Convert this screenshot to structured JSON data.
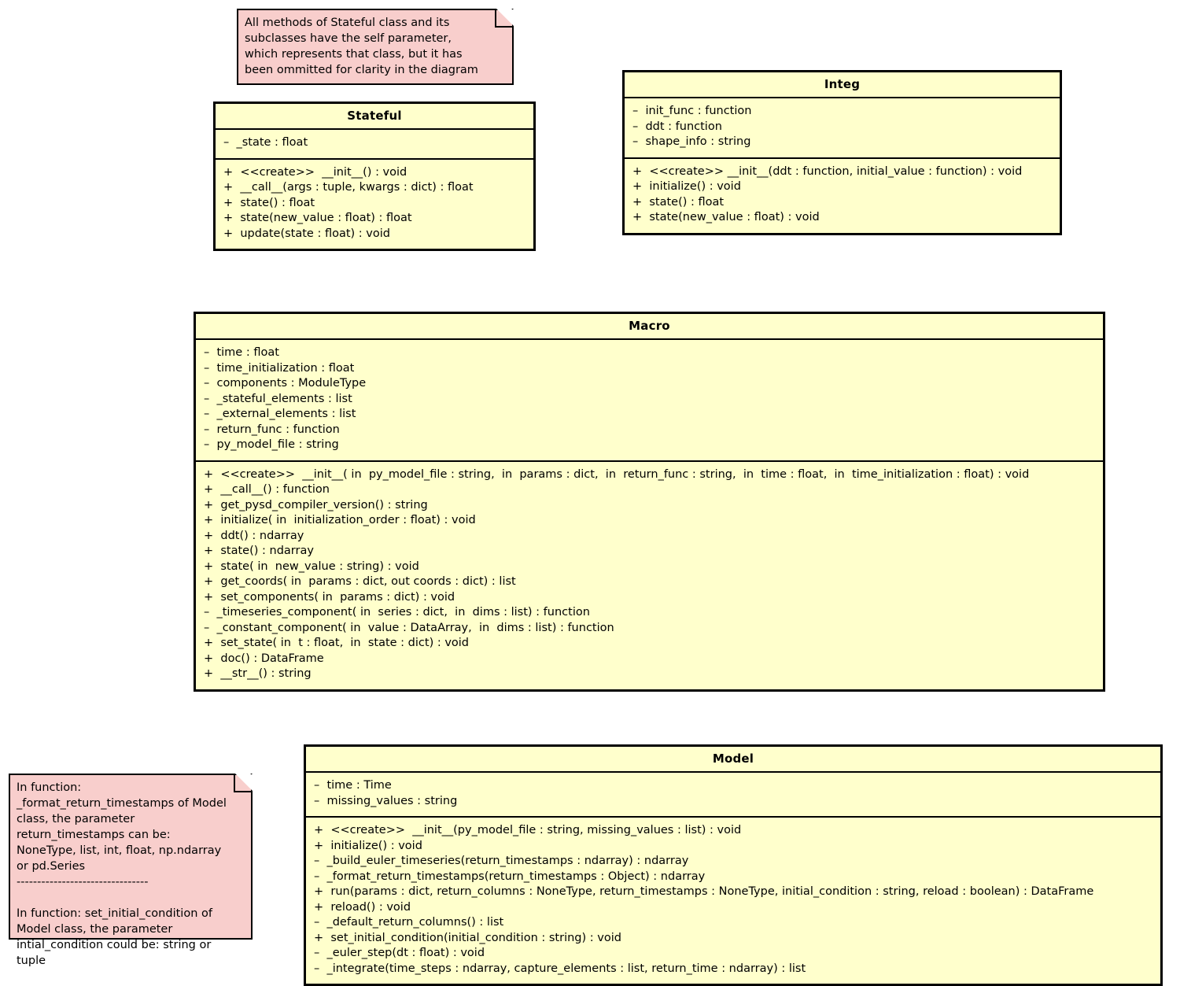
{
  "diagram": {
    "type": "uml-class-diagram",
    "background_color": "#ffffff",
    "class_fill_color": "#ffffcc",
    "note_fill_color": "#f8cecc",
    "border_color": "#000000"
  },
  "notes": [
    {
      "id": "note-stateful",
      "lines": [
        "All methods of Stateful class and its",
        "subclasses have the self parameter,",
        "which represents that class, but it has",
        "been ommitted for clarity in the diagram"
      ]
    },
    {
      "id": "note-model",
      "lines": [
        "In function:",
        "_format_return_timestamps of Model",
        "class, the parameter",
        "return_timestamps can be:",
        "NoneType, list, int, float, np.ndarray",
        "or pd.Series",
        "--------------------------------",
        "",
        "In function: set_initial_condition of",
        "Model class, the parameter",
        "intial_condition could be: string or",
        "tuple"
      ]
    }
  ],
  "classes": [
    {
      "id": "class-stateful",
      "name": "Stateful",
      "attributes": [
        "–  _state : float"
      ],
      "methods": [
        "+  <<create>>  __init__() : void",
        "+  __call__(args : tuple, kwargs : dict) : float",
        "+  state() : float",
        "+  state(new_value : float) : float",
        "+  update(state : float) : void"
      ]
    },
    {
      "id": "class-integ",
      "name": "Integ",
      "attributes": [
        "–  init_func : function",
        "–  ddt : function",
        "–  shape_info : string"
      ],
      "methods": [
        "+  <<create>> __init__(ddt : function, initial_value : function) : void",
        "+  initialize() : void",
        "+  state() : float",
        "+  state(new_value : float) : void"
      ]
    },
    {
      "id": "class-macro",
      "name": "Macro",
      "attributes": [
        "–  time : float",
        "–  time_initialization : float",
        "–  components : ModuleType",
        "–  _stateful_elements : list",
        "–  _external_elements : list",
        "–  return_func : function",
        "–  py_model_file : string"
      ],
      "methods": [
        "+  <<create>>  __init__( in  py_model_file : string,  in  params : dict,  in  return_func : string,  in  time : float,  in  time_initialization : float) : void",
        "+  __call__() : function",
        "+  get_pysd_compiler_version() : string",
        "+  initialize( in  initialization_order : float) : void",
        "+  ddt() : ndarray",
        "+  state() : ndarray",
        "+  state( in  new_value : string) : void",
        "+  get_coords( in  params : dict, out coords : dict) : list",
        "+  set_components( in  params : dict) : void",
        "–  _timeseries_component( in  series : dict,  in  dims : list) : function",
        "–  _constant_component( in  value : DataArray,  in  dims : list) : function",
        "+  set_state( in  t : float,  in  state : dict) : void",
        "+  doc() : DataFrame",
        "+  __str__() : string"
      ]
    },
    {
      "id": "class-model",
      "name": "Model",
      "attributes": [
        "–  time : Time",
        "–  missing_values : string"
      ],
      "methods": [
        "+  <<create>>  __init__(py_model_file : string, missing_values : list) : void",
        "+  initialize() : void",
        "–  _build_euler_timeseries(return_timestamps : ndarray) : ndarray",
        "–  _format_return_timestamps(return_timestamps : Object) : ndarray",
        "+  run(params : dict, return_columns : NoneType, return_timestamps : NoneType, initial_condition : string, reload : boolean) : DataFrame",
        "+  reload() : void",
        "–  _default_return_columns() : list",
        "+  set_initial_condition(initial_condition : string) : void",
        "–  _euler_step(dt : float) : void",
        "–  _integrate(time_steps : ndarray, capture_elements : list, return_time : ndarray) : list"
      ]
    }
  ]
}
